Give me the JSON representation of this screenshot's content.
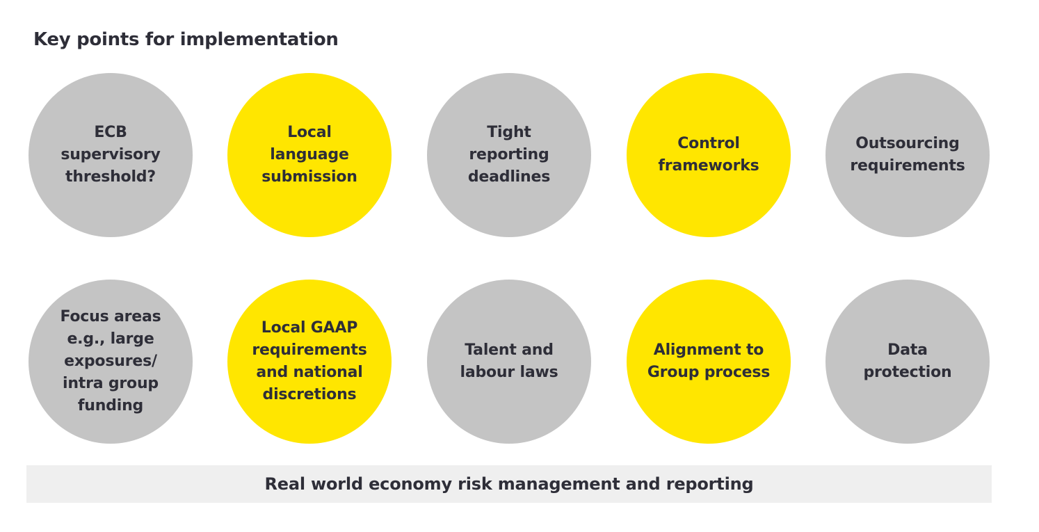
{
  "title": "Key points for implementation",
  "colors": {
    "grey": "#c4c4c4",
    "yellow": "#ffe600",
    "text": "#2e2e38",
    "footer_bg": "#efefef"
  },
  "row1": [
    {
      "label": "ECB\nsupervisory\nthreshold?",
      "color": "grey"
    },
    {
      "label": "Local\nlanguage\nsubmission",
      "color": "yellow"
    },
    {
      "label": "Tight\nreporting\ndeadlines",
      "color": "grey"
    },
    {
      "label": "Control\nframeworks",
      "color": "yellow"
    },
    {
      "label": "Outsourcing\nrequirements",
      "color": "grey"
    }
  ],
  "row2": [
    {
      "label": "Focus areas\ne.g., large\nexposures/\nintra group\nfunding",
      "color": "grey"
    },
    {
      "label": "Local GAAP\nrequirements\nand national\ndiscretions",
      "color": "yellow"
    },
    {
      "label": "Talent and\nlabour laws",
      "color": "grey"
    },
    {
      "label": "Alignment to\nGroup process",
      "color": "yellow"
    },
    {
      "label": "Data\nprotection",
      "color": "grey"
    }
  ],
  "footer": "Real world economy risk management and reporting"
}
